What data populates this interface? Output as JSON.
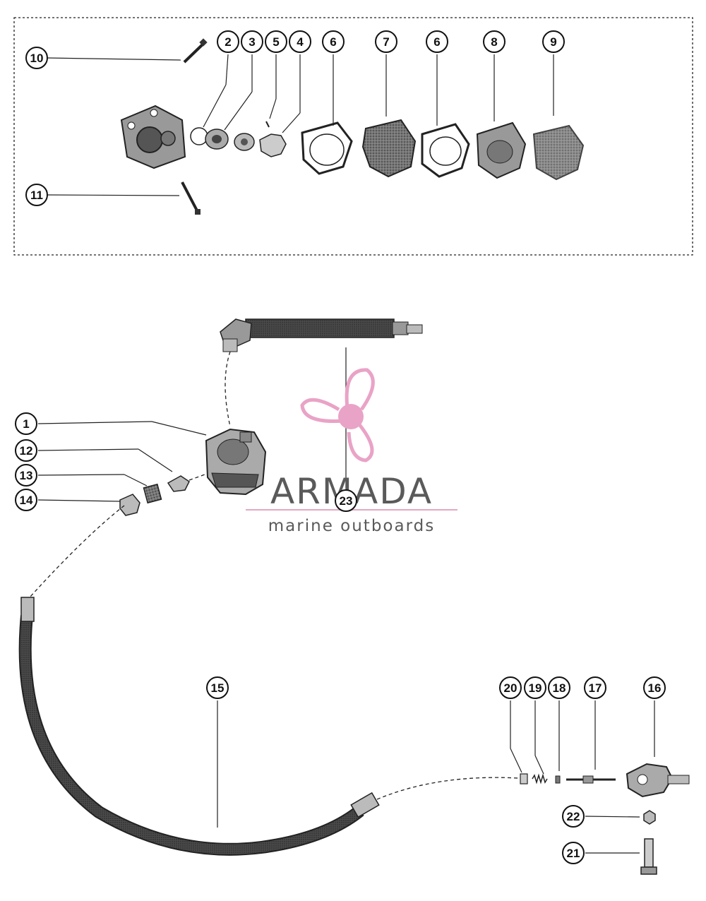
{
  "watermark": {
    "title": "ARMADA",
    "subtitle": "marine outboards",
    "accent_color": "#e9a3c6",
    "line_color": "#e3a8c4",
    "icon": "propeller-logo-icon"
  },
  "callouts": {
    "c1": "1",
    "c2": "2",
    "c3": "3",
    "c4": "4",
    "c5": "5",
    "c6a": "6",
    "c6b": "6",
    "c7": "7",
    "c8": "8",
    "c9": "9",
    "c10": "10",
    "c11": "11",
    "c12": "12",
    "c13": "13",
    "c14": "14",
    "c15": "15",
    "c16": "16",
    "c17": "17",
    "c18": "18",
    "c19": "19",
    "c20": "20",
    "c21": "21",
    "c22": "22",
    "c23": "23"
  }
}
